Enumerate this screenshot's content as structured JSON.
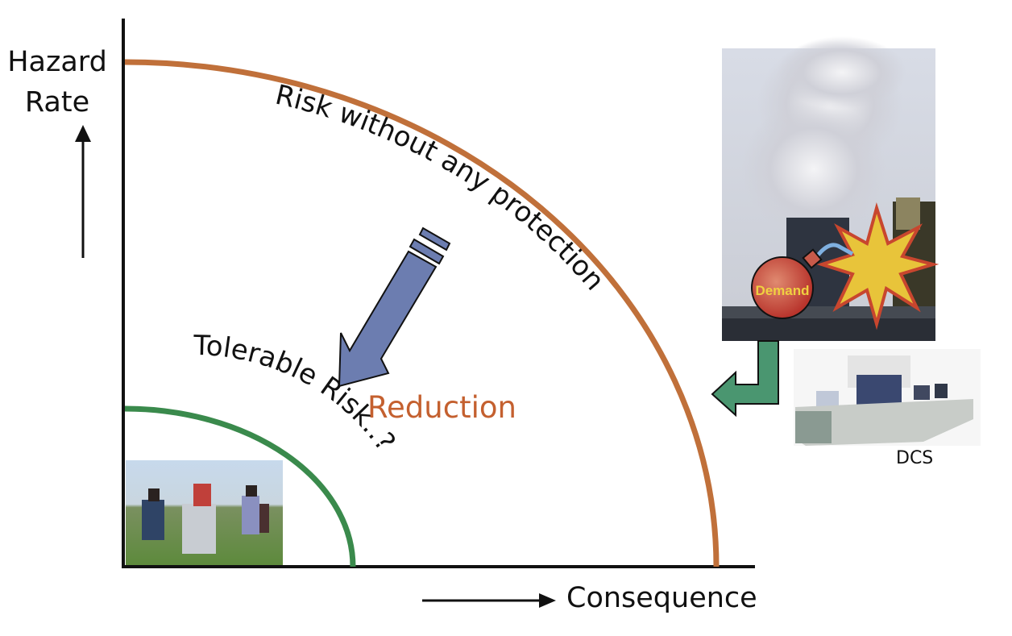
{
  "diagram": {
    "y_axis_label_line1": "Hazard",
    "y_axis_label_line2": "Rate",
    "x_axis_label": "Consequence",
    "outer_curve_label": "Risk without any protection",
    "inner_curve_label": "Tolerable Risk..?",
    "reduction_label": "Reduction",
    "demand_label": "Demand",
    "dcs_label": "DCS",
    "colors": {
      "outer_curve": "#c0703a",
      "inner_curve": "#3a8a4c",
      "reduction_arrow": "#6c7db0",
      "dcs_arrow": "#4a9670",
      "reduction_text": "#c4602f",
      "bomb": "#c8423a",
      "explosion": "#e8c43a",
      "demand_text": "#f0d040"
    }
  }
}
